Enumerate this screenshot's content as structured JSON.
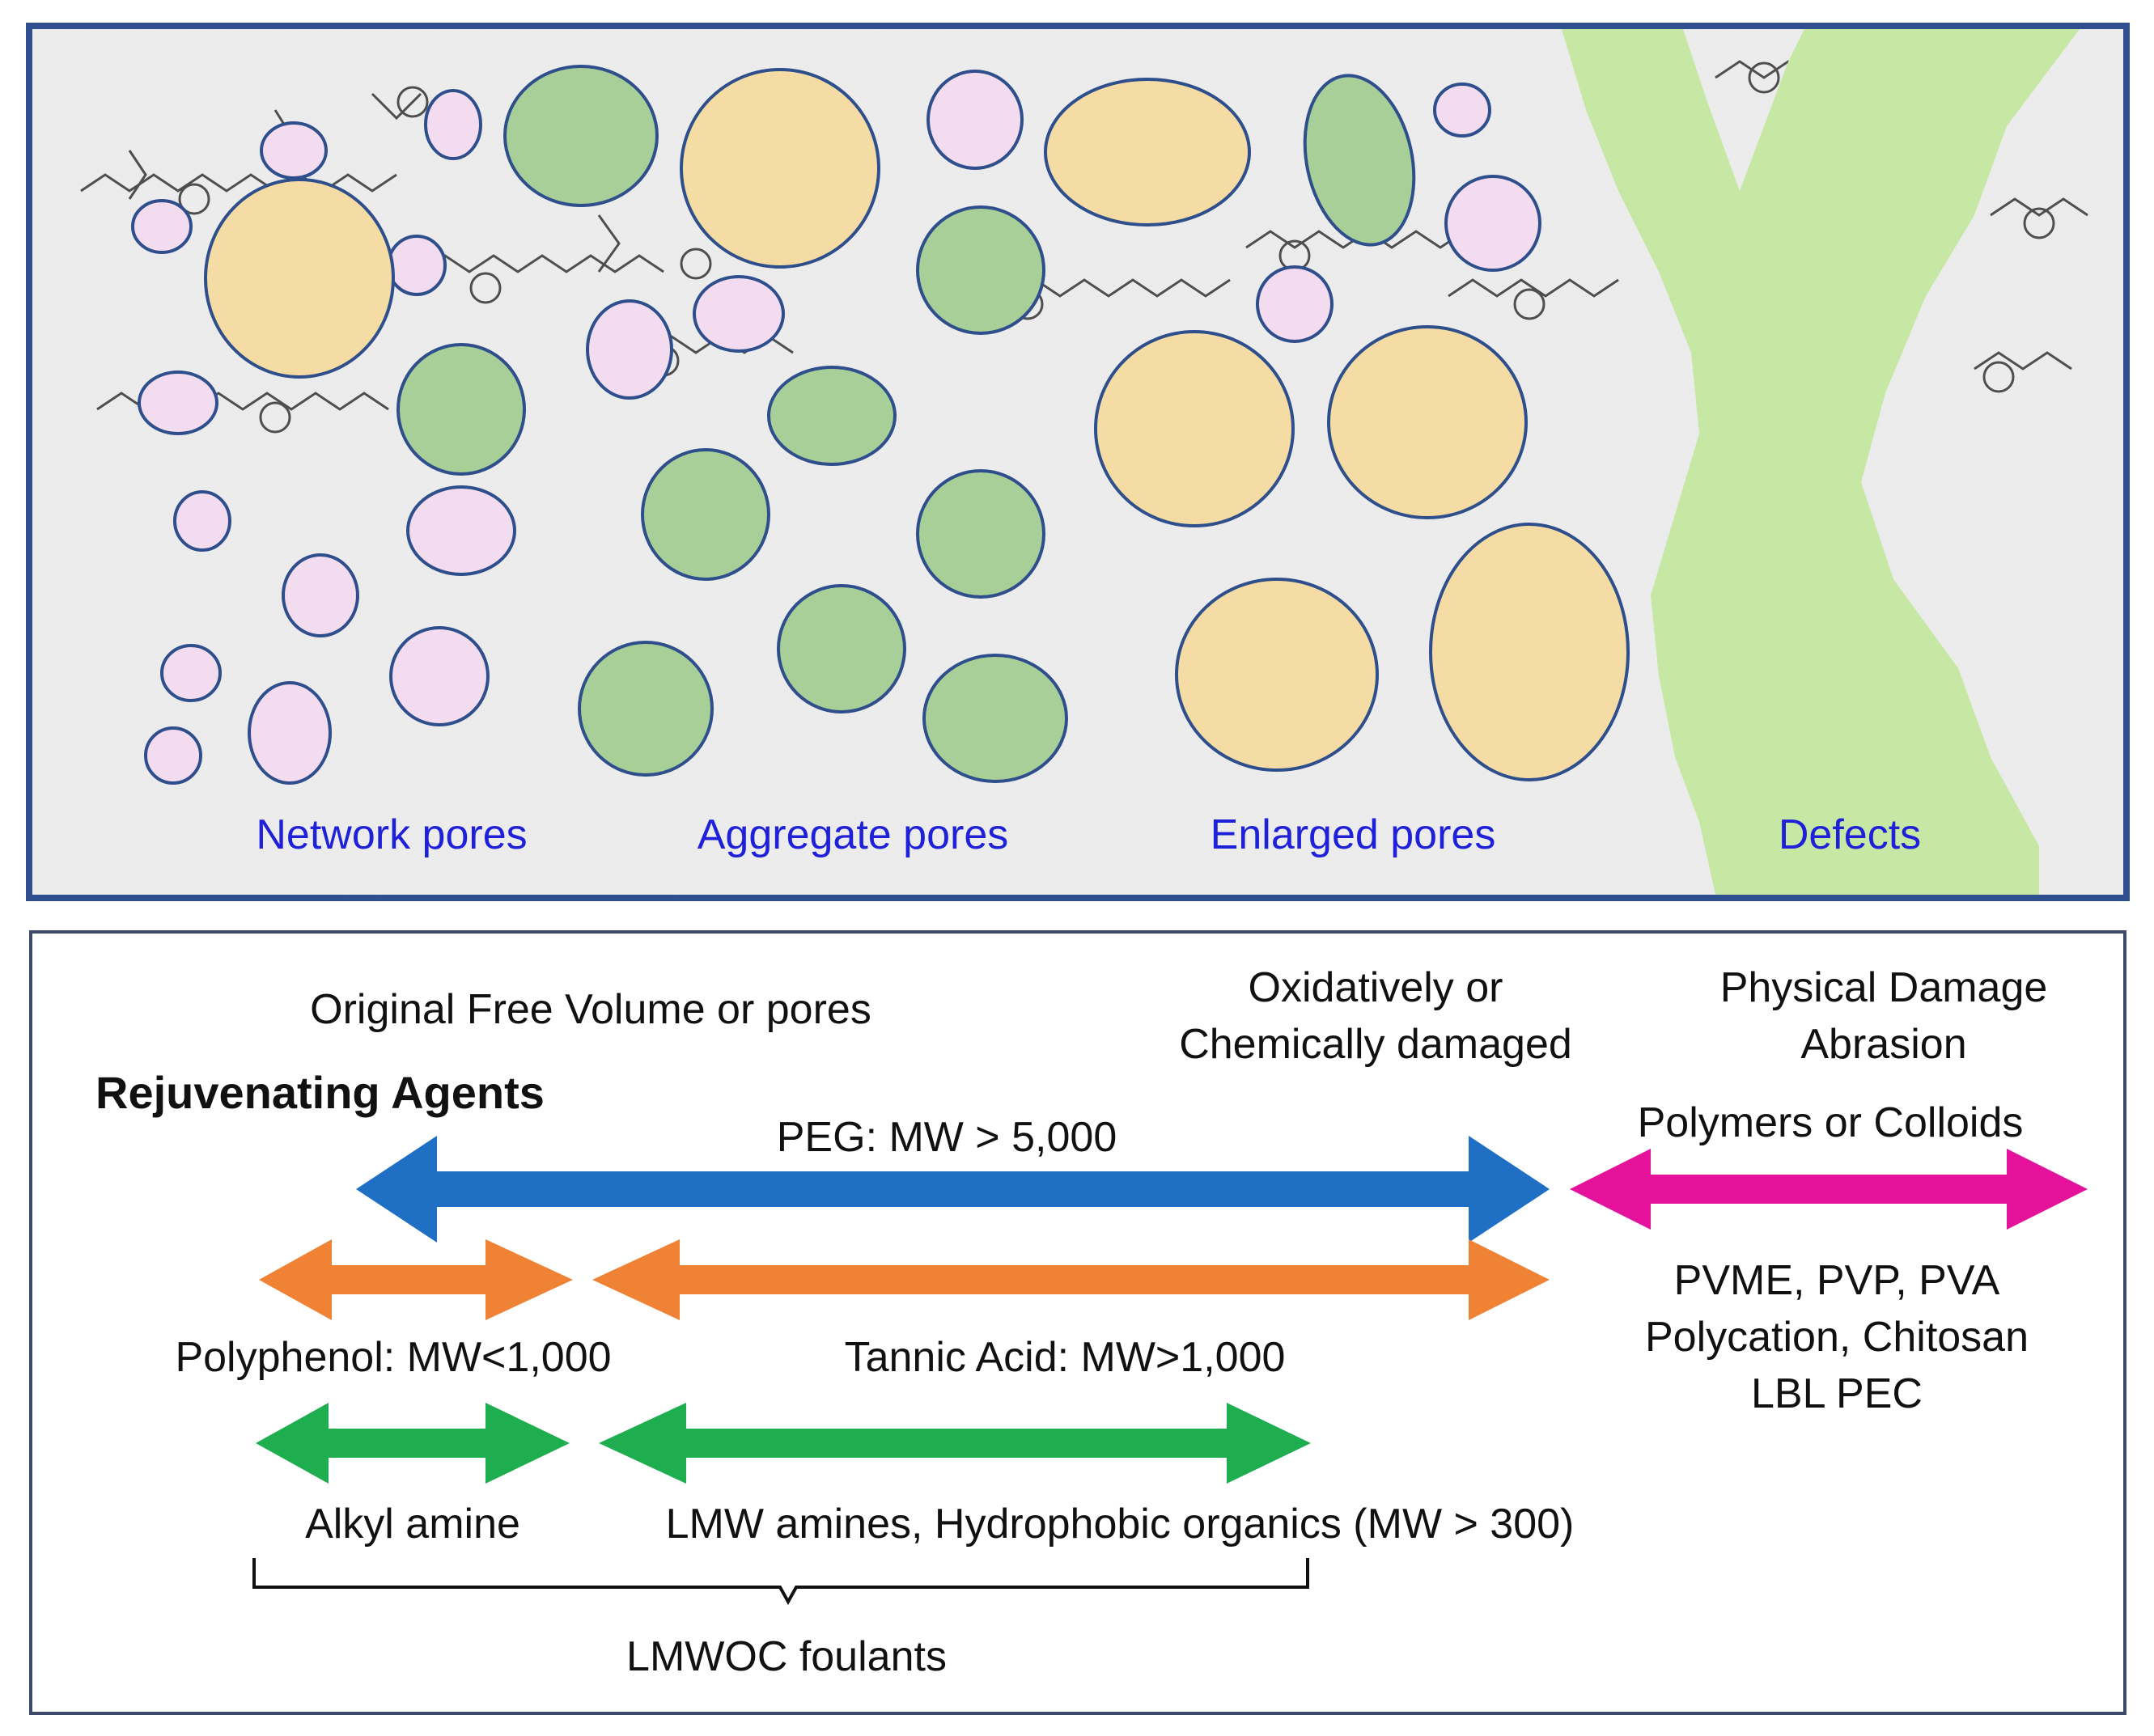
{
  "top_panel": {
    "labels": {
      "network": "Network pores",
      "aggregate": "Aggregate pores",
      "enlarged": "Enlarged pores",
      "defects": "Defects"
    },
    "colors": {
      "border": "#2f4f8f",
      "network_fill": "#f3dcef",
      "aggregate_fill": "#a8cf98",
      "enlarged_fill": "#f4dca4",
      "defect_fill": "#c6e8a4",
      "outline": "#2e4f8c"
    }
  },
  "bottom_panel": {
    "header_left": "Original Free Volume or pores",
    "header_mid_line1": "Oxidatively or",
    "header_mid_line2": "Chemically damaged",
    "header_right_line1": "Physical Damage",
    "header_right_line2": "Abrasion",
    "section_title": "Rejuvenating Agents",
    "peg_label": "PEG: MW > 5,000",
    "polymers_label": "Polymers or Colloids",
    "polyphenol_label": "Polyphenol: MW<1,000",
    "tannic_label": "Tannic Acid: MW>1,000",
    "polymer_list": [
      "PVME, PVP, PVA",
      "Polycation, Chitosan",
      "LBL PEC"
    ],
    "alkyl_label": "Alkyl amine",
    "lmw_label": "LMW amines, Hydrophobic organics (MW > 300)",
    "foulants_label": "LMWOC foulants",
    "arrow_colors": {
      "peg": "#1f6fc5",
      "polymers": "#e6119a",
      "polyphenol": "#f08236",
      "amine": "#1fae4f"
    }
  }
}
